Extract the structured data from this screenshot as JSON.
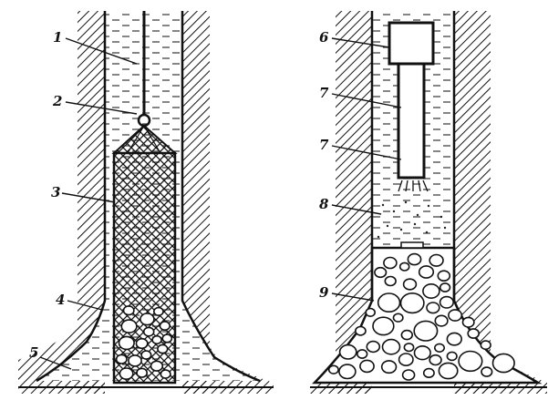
{
  "labels": {
    "left": [
      "1",
      "2",
      "3",
      "4",
      "5"
    ],
    "right": [
      "6",
      "7",
      "7",
      "8",
      "9"
    ]
  }
}
